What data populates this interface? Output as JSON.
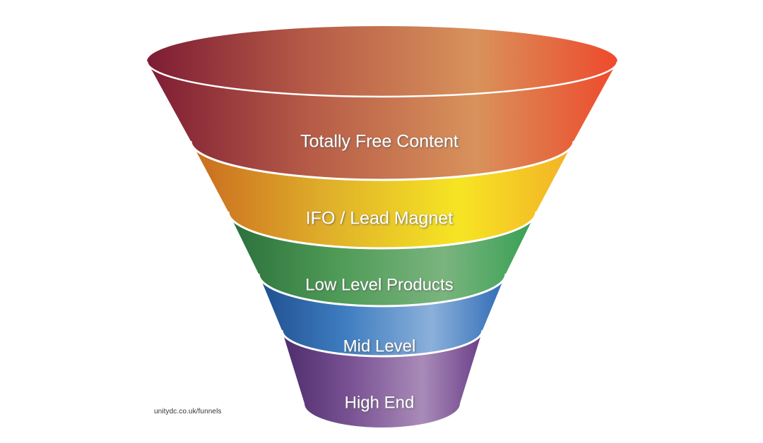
{
  "diagram": {
    "stages": [
      {
        "label": "Totally Free Content",
        "colors": [
          "#7d1c34",
          "#b75c47",
          "#d9925b",
          "#ee4a2c"
        ]
      },
      {
        "label": "IFO / Lead Magnet",
        "colors": [
          "#c96a1f",
          "#dfae2a",
          "#f6e524",
          "#f3b026"
        ]
      },
      {
        "label": "Low Level Products",
        "colors": [
          "#2a6e3a",
          "#4e9a56",
          "#7ab47e",
          "#36a052"
        ]
      },
      {
        "label": "Mid Level",
        "colors": [
          "#1f4f8f",
          "#3e7dc0",
          "#8bb0da",
          "#2d6ab5"
        ]
      },
      {
        "label": "High End",
        "colors": [
          "#4e2c6c",
          "#7a5394",
          "#a98bb8",
          "#6b3e88"
        ]
      }
    ],
    "separator_color": "#ffffff",
    "text_shadow_color": "#555555"
  },
  "credit": "unitydc.co.uk/funnels"
}
